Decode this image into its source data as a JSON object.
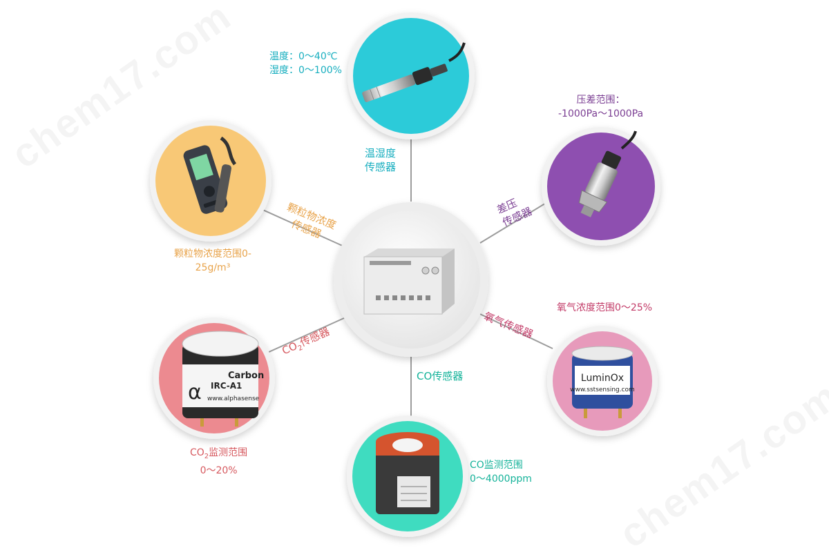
{
  "colors": {
    "cyan": "#2ccbd9",
    "purple": "#8e4fb0",
    "pink": "#e79abb",
    "teal": "#3fdcc0",
    "salmon": "#ec8a90",
    "orange": "#f8c876",
    "line": "#9c9c9c"
  },
  "watermark": "chem17.com",
  "center": {
    "device_icon": "analyzer-device-icon"
  },
  "sensors": {
    "temp_humidity": {
      "name_line1": "温湿度",
      "name_line2": "传感器",
      "range_line1": "温度：0～40℃",
      "range_line2": "湿度：0～100%",
      "icon": "temperature-humidity-probe-icon"
    },
    "diff_pressure": {
      "name_line1": "差压",
      "name_line2": "传感器",
      "range_line1": "压差范围：",
      "range_line2": "-1000Pa～1000Pa",
      "icon": "pressure-transmitter-icon"
    },
    "oxygen": {
      "name": "氧气传感器",
      "range": "氧气浓度范围0～25%",
      "product_text_1": "LuminOx",
      "product_text_2": "www.sstsensing.com",
      "icon": "oxygen-sensor-icon"
    },
    "co": {
      "name": "CO传感器",
      "range_line1": "CO监测范围",
      "range_line2": "0～4000ppm",
      "icon": "co-sensor-icon"
    },
    "co2": {
      "name_prefix": "CO",
      "name_sub": "2",
      "name_suffix": "传感器",
      "range_prefix": "CO",
      "range_sub": "2",
      "range_suffix": "监测范围",
      "range_line2": "0～20%",
      "product_text_1": "Carbon",
      "product_text_2": "IRC-A1 ",
      "product_text_3": "www.alphasense",
      "icon": "co2-sensor-icon"
    },
    "particulate": {
      "name_line1": "颗粒物浓度",
      "name_line2": "传感器",
      "range_line1": "颗粒物浓度范围0-",
      "range_line2": "25g/m³",
      "icon": "particle-counter-icon"
    }
  }
}
